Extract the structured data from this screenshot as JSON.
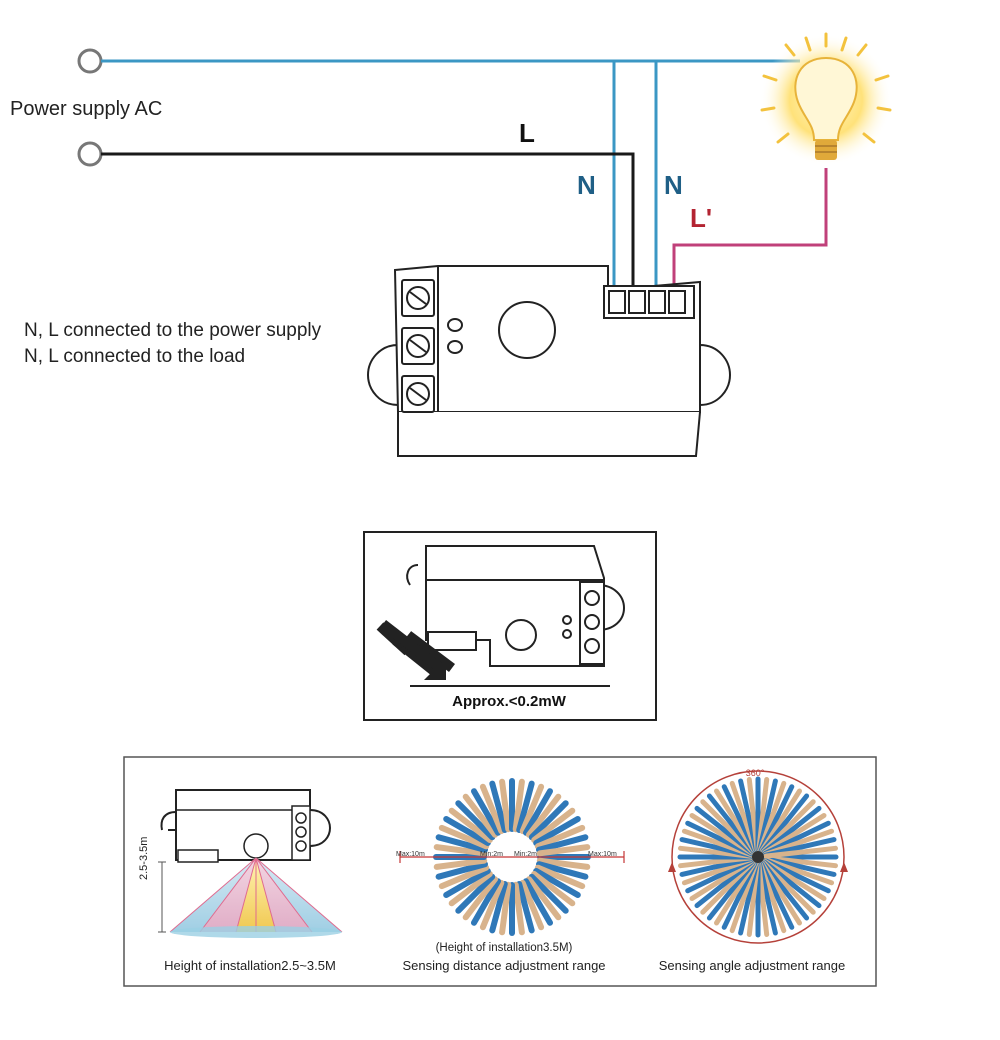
{
  "labels": {
    "power_supply": "Power supply AC",
    "conn_power": "N, L connected to the power supply",
    "conn_load": "N, L connected to the load",
    "wire_l": "L",
    "wire_n1": "N",
    "wire_n2": "N",
    "wire_l_prime": "L'",
    "standby_power": "Approx.<0.2mW",
    "height_caption": "Height of installation2.5~3.5M",
    "height_range": "2.5-3.5m",
    "install_note": "(Height of installation3.5M)",
    "distance_caption": "Sensing distance adjustment range",
    "angle_caption": "Sensing angle adjustment range",
    "angle_value": "360°",
    "max_left": "Max:10m",
    "max_right": "Max:10m",
    "min_left": "Min:2m",
    "min_right": "Min:2m"
  },
  "colors": {
    "neutral_wire": "#3b97c4",
    "line_wire": "#1a1a1a",
    "load_wire": "#c0407a",
    "bulb_glow": "#f7c948",
    "angle_arc": "#b5413a",
    "ray_blue": "#2f78b8",
    "ray_tan": "#d8b38c"
  }
}
